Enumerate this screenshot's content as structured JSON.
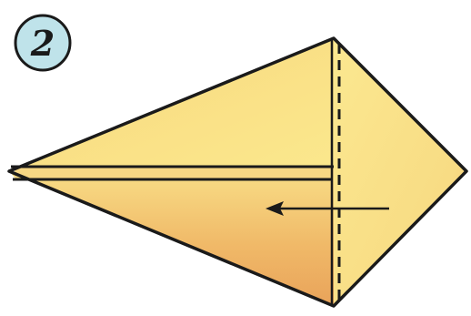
{
  "step": {
    "number": "2"
  },
  "colors": {
    "outline": "#1a1a1a",
    "paper_light": "#fbe78a",
    "paper_shade": "#e9a35a",
    "badge_fill": "#bfe3ea",
    "background": "#ffffff"
  },
  "diagram": {
    "shape": "kite",
    "fold_line": "dashed-vertical",
    "arrow_direction": "left"
  }
}
